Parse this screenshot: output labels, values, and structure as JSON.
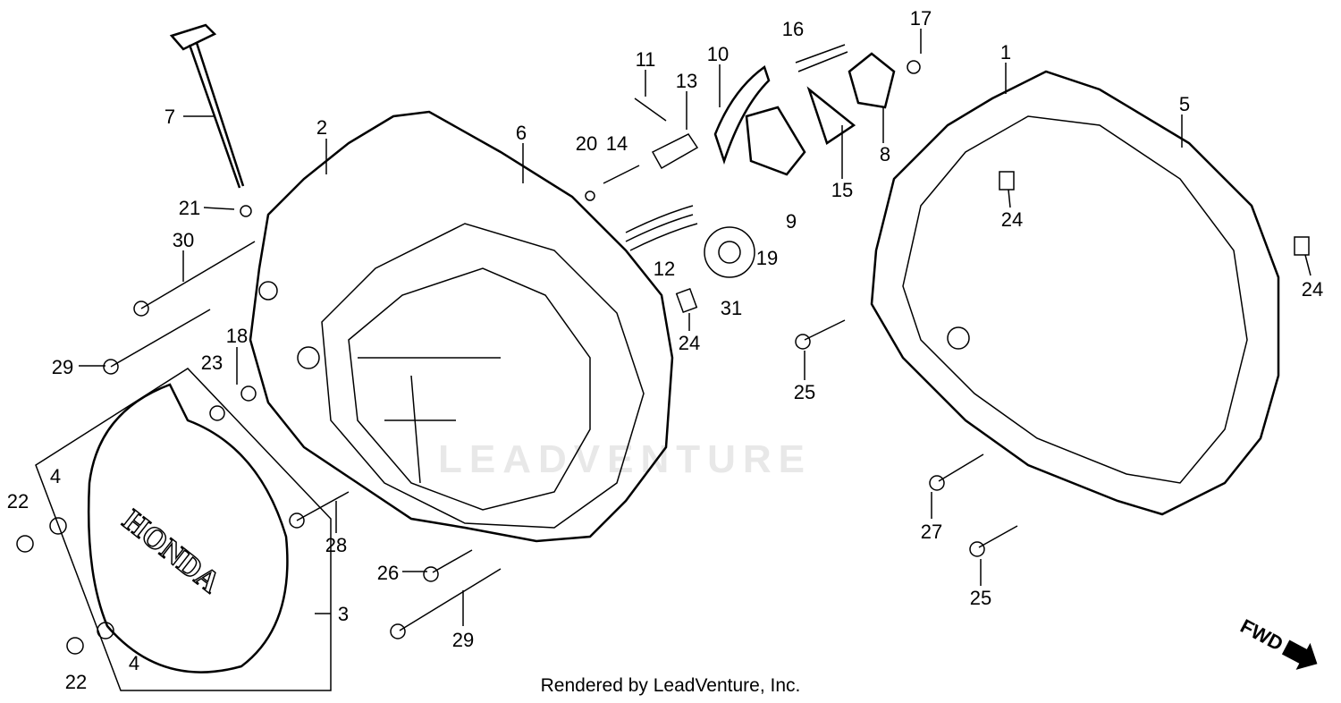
{
  "diagram": {
    "callouts": [
      "7",
      "2",
      "6",
      "20",
      "14",
      "11",
      "13",
      "10",
      "16",
      "17",
      "1",
      "5",
      "8",
      "15",
      "9",
      "19",
      "12",
      "31",
      "24",
      "21",
      "30",
      "29",
      "18",
      "23",
      "25",
      "24",
      "24",
      "4",
      "22",
      "28",
      "26",
      "3",
      "29",
      "4",
      "22",
      "27",
      "25"
    ],
    "cover_lettering": "HONDA",
    "direction_marker": "FWD",
    "watermark": "LEADVENTURE"
  },
  "footer": {
    "text": "Rendered by LeadVenture, Inc."
  }
}
